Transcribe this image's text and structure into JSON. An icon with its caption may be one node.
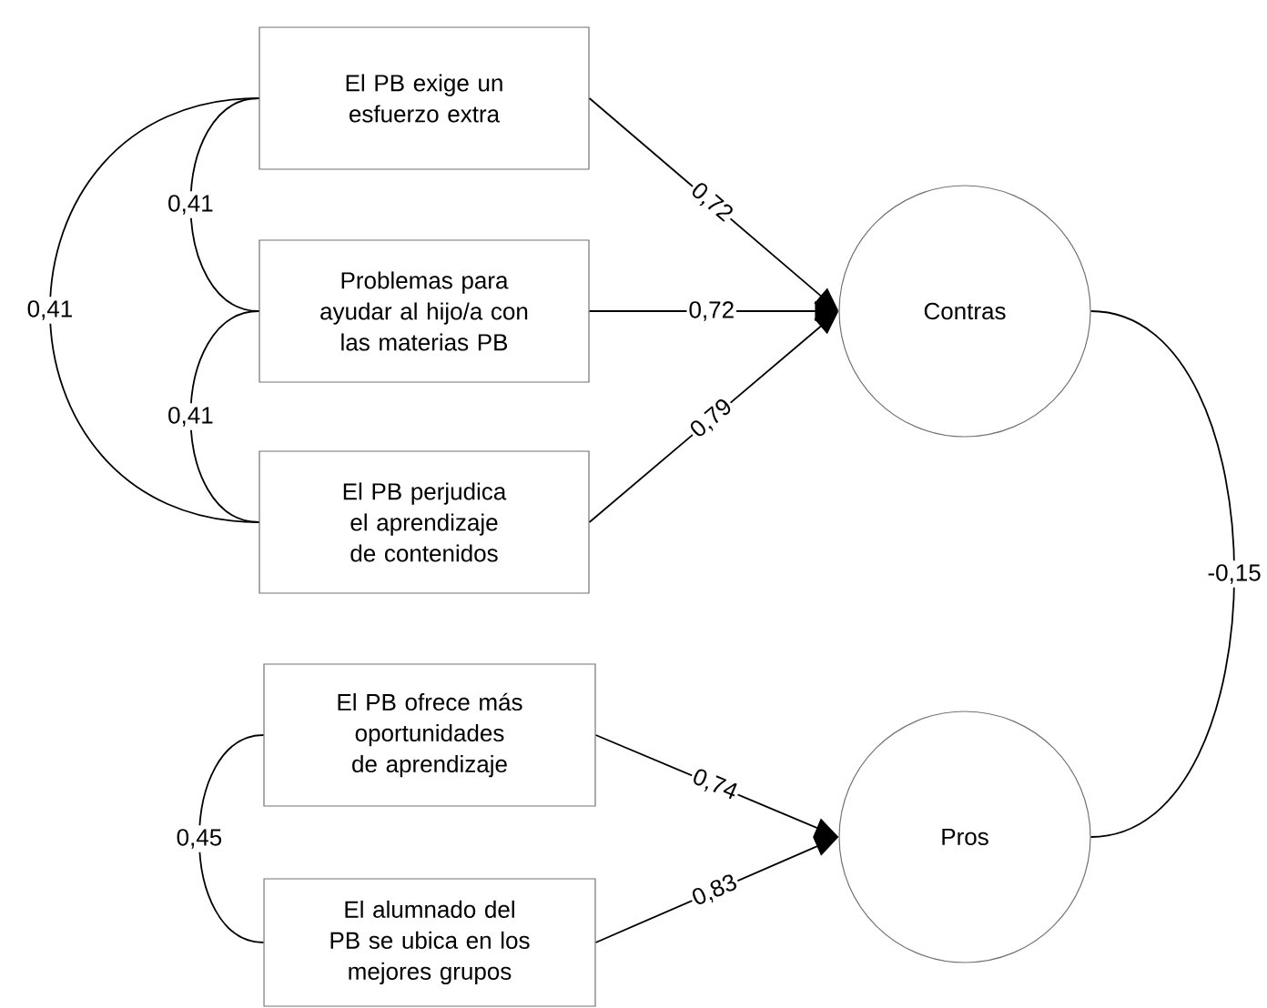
{
  "diagram": {
    "nodes": [
      {
        "text": [
          "El PB exige un esfuerzo extra"
        ]
      },
      {
        "text": [
          "Problemas para ayudar al hijo/a con las materias PB"
        ]
      },
      {
        "text": [
          "El PB perjudica el aprendizaje de contenidos"
        ]
      },
      {
        "text": [
          "El PB ofrece más oportunidades de aprendizaje"
        ]
      },
      {
        "text": [
          "El alumnado del PB se ubica en los mejores grupos"
        ]
      },
      {
        "text": [
          "Contras"
        ]
      },
      {
        "text": [
          "Pros"
        ]
      }
    ],
    "edges": [
      {
        "from": 0,
        "to": 5,
        "arrow": "to",
        "label": "0,72"
      },
      {
        "from": 1,
        "to": 5,
        "arrow": "to",
        "label": "0,72"
      },
      {
        "from": 2,
        "to": 5,
        "arrow": "to",
        "label": "0,79"
      },
      {
        "from": 3,
        "to": 6,
        "arrow": "to",
        "label": "0,74"
      },
      {
        "from": 4,
        "to": 6,
        "arrow": "to",
        "label": "0,83"
      },
      {
        "from": 0,
        "to": 1,
        "arrow": "none",
        "label": "0,41"
      },
      {
        "from": 1,
        "to": 2,
        "arrow": "none",
        "label": "0,41"
      },
      {
        "from": 0,
        "to": 2,
        "arrow": "none",
        "label": "0,41"
      },
      {
        "from": 3,
        "to": 4,
        "arrow": "none",
        "label": "0,45"
      },
      {
        "from": 5,
        "to": 6,
        "arrow": "none",
        "label": "-0,15"
      }
    ]
  }
}
